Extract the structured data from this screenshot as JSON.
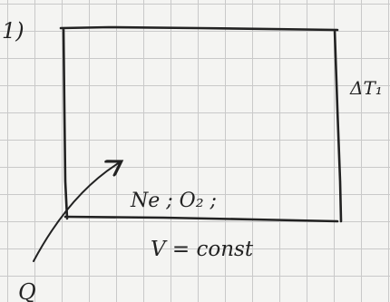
{
  "diagram": {
    "case_number": "1)",
    "label_delta": "ΔT₁",
    "gas_text": "Ne ; O₂ ;",
    "condition_text": "V = const",
    "heat_label": "Q",
    "ink_color": "#222222",
    "grid_color": "#c9c9c9",
    "paper_color": "#f4f4f2"
  }
}
